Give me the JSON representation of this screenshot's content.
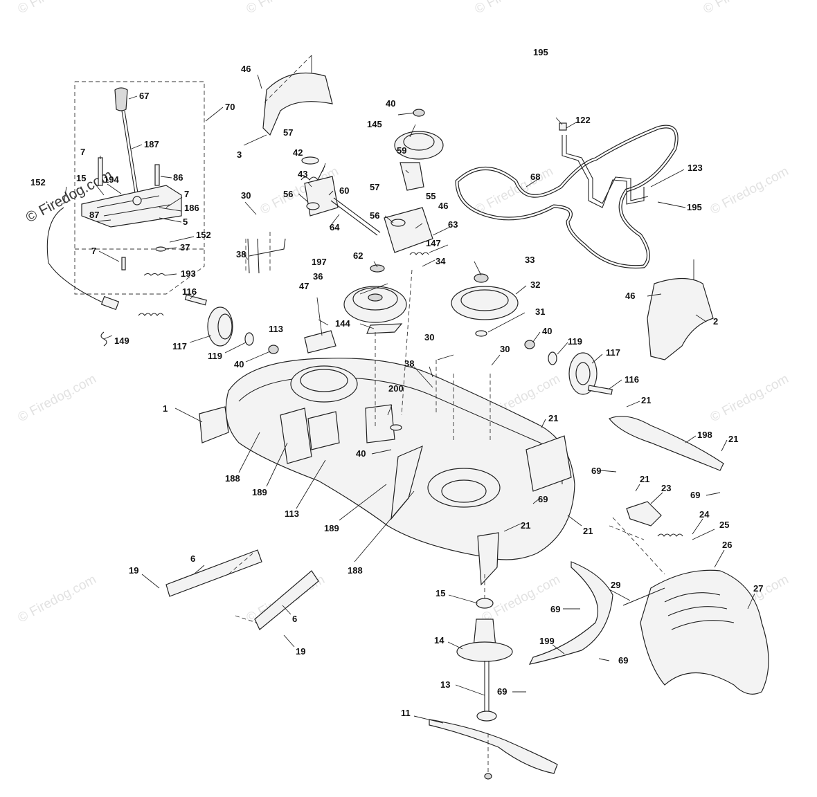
{
  "watermarks": {
    "main": "© Firedog.com",
    "faint": "© Firedog.com"
  },
  "labels": {
    "l_1": "1",
    "l_2": "2",
    "l_3": "3",
    "l_5": "5",
    "l_6a": "6",
    "l_6b": "6",
    "l_7a": "7",
    "l_7b": "7",
    "l_7c": "7",
    "l_11": "11",
    "l_13": "13",
    "l_14": "14",
    "l_15a": "15",
    "l_15b": "15",
    "l_19a": "19",
    "l_19b": "19",
    "l_21a": "21",
    "l_21b": "21",
    "l_21c": "21",
    "l_21d": "21",
    "l_21e": "21",
    "l_21f": "21",
    "l_23": "23",
    "l_24": "24",
    "l_25": "25",
    "l_26": "26",
    "l_27": "27",
    "l_29": "29",
    "l_30a": "30",
    "l_30b": "30",
    "l_30c": "30",
    "l_31": "31",
    "l_32": "32",
    "l_33": "33",
    "l_34": "34",
    "l_36": "36",
    "l_37": "37",
    "l_38a": "38",
    "l_38b": "38",
    "l_40a": "40",
    "l_40b": "40",
    "l_40c": "40",
    "l_40d": "40",
    "l_42": "42",
    "l_43": "43",
    "l_46a": "46",
    "l_46b": "46",
    "l_46c": "46",
    "l_47": "47",
    "l_55": "55",
    "l_56a": "56",
    "l_56b": "56",
    "l_57a": "57",
    "l_57b": "57",
    "l_59": "59",
    "l_60": "60",
    "l_62": "62",
    "l_63": "63",
    "l_64": "64",
    "l_67": "67",
    "l_68": "68",
    "l_69a": "69",
    "l_69b": "69",
    "l_69c": "69",
    "l_69d": "69",
    "l_69e": "69",
    "l_69f": "69",
    "l_70": "70",
    "l_86": "86",
    "l_87": "87",
    "l_113a": "113",
    "l_113b": "113",
    "l_116a": "116",
    "l_116b": "116",
    "l_117a": "117",
    "l_117b": "117",
    "l_119a": "119",
    "l_119b": "119",
    "l_122": "122",
    "l_123": "123",
    "l_144": "144",
    "l_145": "145",
    "l_147": "147",
    "l_149": "149",
    "l_152a": "152",
    "l_152b": "152",
    "l_186": "186",
    "l_187": "187",
    "l_188a": "188",
    "l_188b": "188",
    "l_189a": "189",
    "l_189b": "189",
    "l_193": "193",
    "l_194": "194",
    "l_195a": "195",
    "l_195b": "195",
    "l_197": "197",
    "l_198": "198",
    "l_199": "199",
    "l_200": "200"
  }
}
